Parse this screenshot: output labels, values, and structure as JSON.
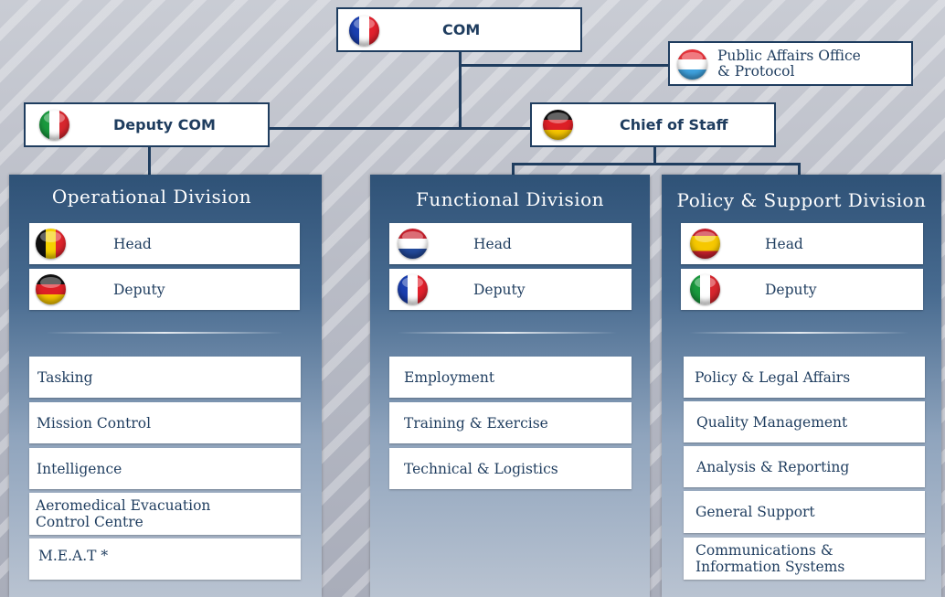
{
  "top": {
    "com": {
      "label": "COM",
      "flag": "france"
    },
    "pao": {
      "label": "Public Affairs Office\n& Protocol",
      "flag": "luxembourg"
    },
    "deputy": {
      "label": "Deputy COM",
      "flag": "italy"
    },
    "cos": {
      "label": "Chief of Staff",
      "flag": "germany"
    }
  },
  "divisions": [
    {
      "title": "Operational Division",
      "head": {
        "label": "Head",
        "flag": "belgium"
      },
      "deputy": {
        "label": "Deputy",
        "flag": "germany"
      },
      "items": [
        "Tasking",
        "Mission Control",
        "Intelligence",
        "Aeromedical Evacuation\nControl Centre",
        "M.E.A.T *"
      ]
    },
    {
      "title": "Functional Division",
      "head": {
        "label": "Head",
        "flag": "netherlands"
      },
      "deputy": {
        "label": "Deputy",
        "flag": "france"
      },
      "items": [
        "Employment",
        "Training & Exercise",
        "Technical & Logistics"
      ]
    },
    {
      "title": "Policy & Support Division",
      "head": {
        "label": "Head",
        "flag": "spain"
      },
      "deputy": {
        "label": "Deputy",
        "flag": "italy"
      },
      "items": [
        "Policy & Legal Affairs",
        "Quality Management",
        "Analysis & Reporting",
        "General Support",
        "Communications &\nInformation Systems"
      ]
    }
  ],
  "colors": {
    "navy": "#1f3d5f",
    "panel_top": "#2f5277",
    "panel_bottom": "#b9c3d1"
  }
}
